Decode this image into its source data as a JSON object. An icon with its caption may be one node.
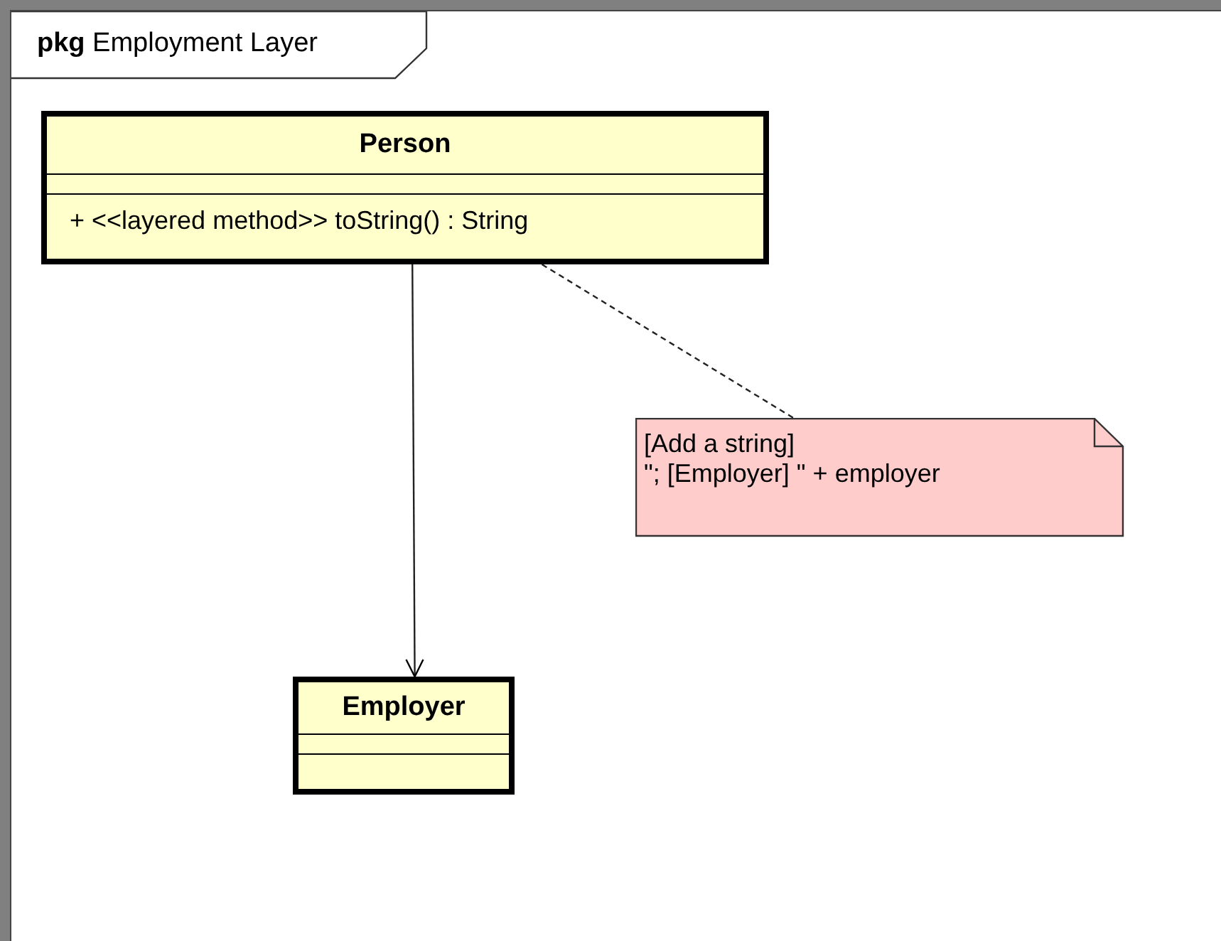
{
  "diagram": {
    "nodes": [
      {
        "text": [
          "**pkg** Employment Layer"
        ]
      },
      {
        "text": [
          "Person",
          "+ <<layered method>> toString() : String"
        ],
        "in": 0
      },
      {
        "text": [
          "[Add a string]",
          "\"; [Employer] \" + employer"
        ],
        "in": 0
      },
      {
        "text": [
          "Employer"
        ],
        "in": 0
      }
    ],
    "edges": [
      {
        "from": 1,
        "to": 3,
        "arrow": "to"
      },
      {
        "from": 1,
        "to": 2,
        "arrow": "none",
        "style": "dashed"
      }
    ]
  }
}
